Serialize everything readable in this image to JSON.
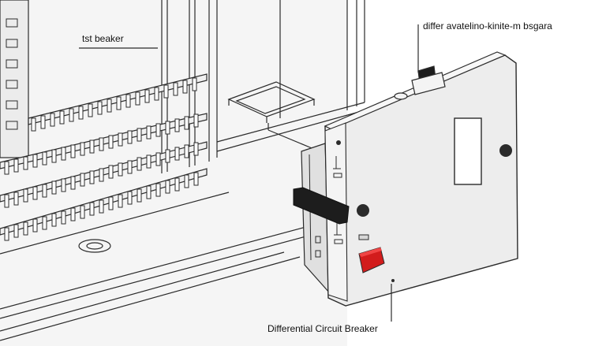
{
  "labels": {
    "test_breaker": "tst beaker",
    "top_callout": "differ avatelino-kinite-m bsgara",
    "bottom_callout": "Differential Circuit Breaker"
  },
  "colors": {
    "line": "#2b2b2b",
    "panel_face": "#ededed",
    "panel_side": "#d7d7d7",
    "red_button": "#d21c1c",
    "dark_lever": "#1d1d1d",
    "background": "#fafafa"
  },
  "icons": [
    "mounting-screw-icon",
    "breaker-switch-icon",
    "red-test-button-icon",
    "cable-gland-icon"
  ]
}
